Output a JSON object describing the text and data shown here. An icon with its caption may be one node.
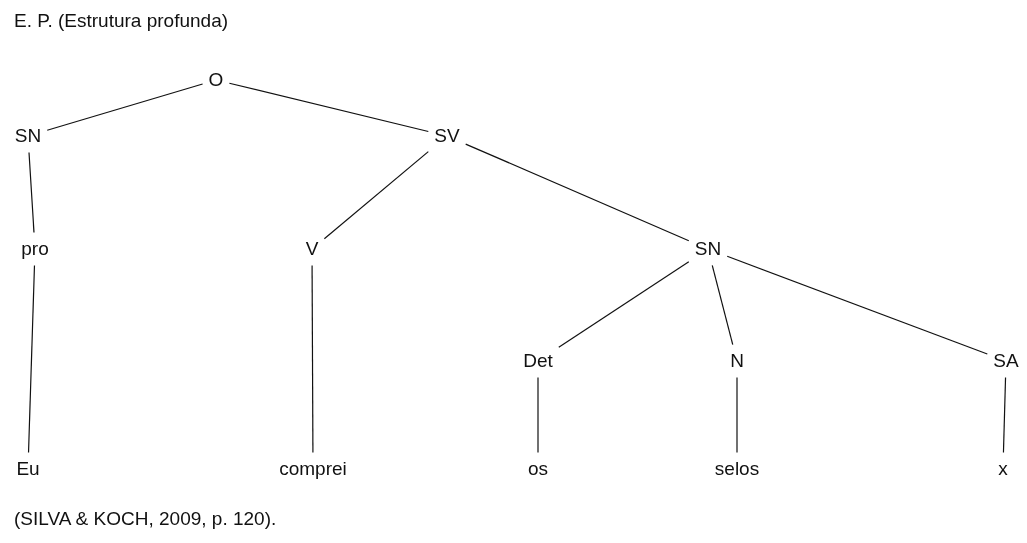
{
  "diagram": {
    "title": "E. P. (Estrutura profunda)",
    "caption": "(SILVA & KOCH, 2009, p. 120).",
    "nodes": [
      {
        "text": [
          "O"
        ]
      },
      {
        "text": [
          "SN"
        ]
      },
      {
        "text": [
          "SV"
        ]
      },
      {
        "text": [
          "pro"
        ]
      },
      {
        "text": [
          "V"
        ]
      },
      {
        "text": [
          "SN"
        ]
      },
      {
        "text": [
          "Det"
        ]
      },
      {
        "text": [
          "N"
        ]
      },
      {
        "text": [
          "SA"
        ]
      },
      {
        "text": [
          "Eu"
        ]
      },
      {
        "text": [
          "comprei"
        ]
      },
      {
        "text": [
          "os"
        ]
      },
      {
        "text": [
          "selos"
        ]
      },
      {
        "text": [
          "x"
        ]
      }
    ],
    "edges": [
      {
        "from": 0,
        "to": 1,
        "arrow": "none"
      },
      {
        "from": 0,
        "to": 2,
        "arrow": "none"
      },
      {
        "from": 1,
        "to": 3,
        "arrow": "none"
      },
      {
        "from": 2,
        "to": 4,
        "arrow": "none"
      },
      {
        "from": 2,
        "to": 5,
        "arrow": "none"
      },
      {
        "from": 3,
        "to": 9,
        "arrow": "none"
      },
      {
        "from": 4,
        "to": 10,
        "arrow": "none"
      },
      {
        "from": 5,
        "to": 6,
        "arrow": "none"
      },
      {
        "from": 5,
        "to": 7,
        "arrow": "none"
      },
      {
        "from": 5,
        "to": 8,
        "arrow": "none"
      },
      {
        "from": 6,
        "to": 11,
        "arrow": "none"
      },
      {
        "from": 7,
        "to": 12,
        "arrow": "none"
      },
      {
        "from": 8,
        "to": 13,
        "arrow": "none"
      }
    ]
  }
}
